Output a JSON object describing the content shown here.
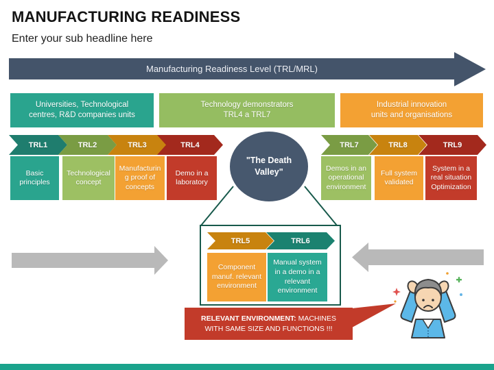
{
  "slide": {
    "title": "MANUFACTURING READINESS",
    "subtitle": "Enter your sub headline here",
    "banner_label": "Manufacturing Readiness Level (TRL/MRL)",
    "death_valley_label": "\"The Death\nValley\"",
    "callout_emphasis": "RELEVANT ENVIRONMENT:",
    "callout_text": " MACHINES WITH SAME SIZE AND FUNCTIONS !!!"
  },
  "headers": [
    {
      "label": "Universities, Technological\ncentres, R&D companies units",
      "color": "#2aa48e"
    },
    {
      "label": "Technology demonstrators\nTRL4 a TRL7",
      "color": "#95bd61"
    },
    {
      "label": "Industrial innovation\nunits and organisations",
      "color": "#f3a133"
    }
  ],
  "left_stages": [
    {
      "id": "TRL1",
      "description": "Basic principles",
      "chevron_color": "#1f7d6e",
      "box_color": "#2aa48e"
    },
    {
      "id": "TRL2",
      "description": "Technological concept",
      "chevron_color": "#7a9c44",
      "box_color": "#9dc063"
    },
    {
      "id": "TRL3",
      "description": "Manufacturing proof of concepts",
      "chevron_color": "#c8830f",
      "box_color": "#f3a133"
    },
    {
      "id": "TRL4",
      "description": "Demo in a laboratory",
      "chevron_color": "#a3291d",
      "box_color": "#c23b2a"
    }
  ],
  "right_stages": [
    {
      "id": "TRL7",
      "description": "Demos in an operational environment",
      "chevron_color": "#7a9c44",
      "box_color": "#9dc063"
    },
    {
      "id": "TRL8",
      "description": "Full system validated",
      "chevron_color": "#c8830f",
      "box_color": "#f3a133"
    },
    {
      "id": "TRL9",
      "description": "System in a real situation Optimization",
      "chevron_color": "#a3291d",
      "box_color": "#c23b2a"
    }
  ],
  "inset_stages": [
    {
      "id": "TRL5",
      "description": "Component manuf. relevant environment",
      "chevron_color": "#c8830f",
      "box_color": "#f3a133"
    },
    {
      "id": "TRL6",
      "description": "Manual system in a demo in a relevant environment",
      "chevron_color": "#1b8270",
      "box_color": "#2aa893"
    }
  ],
  "colors": {
    "banner": "#44546a",
    "valley": "#47586e",
    "magnifier": "#17594b",
    "gray_arrow": "#b9b9b9",
    "callout": "#c23b2a",
    "footer": "#1aa38c"
  }
}
